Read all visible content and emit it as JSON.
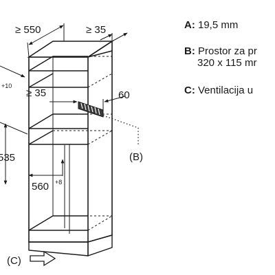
{
  "dimensions": {
    "depth": "≥ 550",
    "side_gap": "≥ 35",
    "height_suffix_sup": "+10",
    "inner_gap": "≥ 35",
    "vent_width": "60",
    "height_partial": "535",
    "niche_width": "560",
    "niche_width_sup": "+8"
  },
  "callouts": {
    "b": "(B)",
    "c": "(C)"
  },
  "legend": [
    {
      "key": "A:",
      "lines": [
        "19,5 mm"
      ]
    },
    {
      "key": "B:",
      "lines": [
        "Prostor za pr",
        "320 x 115 mr"
      ]
    },
    {
      "key": "C:",
      "lines": [
        "Ventilacija u"
      ]
    }
  ]
}
